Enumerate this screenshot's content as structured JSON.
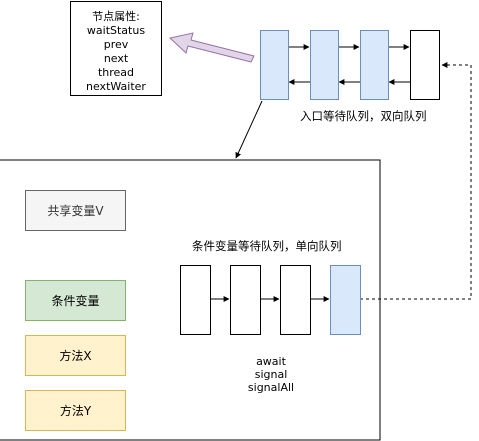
{
  "node_attributes": {
    "title": "节点属性:",
    "fields": [
      "waitStatus",
      "prev",
      "next",
      "thread",
      "nextWaiter"
    ]
  },
  "entry_queue": {
    "label": "入口等待队列，双向队列",
    "node_count": 4
  },
  "monitor": {
    "shared_variable": "共享变量V",
    "condition_variable": "条件变量",
    "method_x": "方法X",
    "method_y": "方法Y"
  },
  "condition_queue": {
    "label": "条件变量等待队列，单向队列",
    "node_count": 4,
    "operations": [
      "await",
      "signal",
      "signalAll"
    ]
  },
  "colors": {
    "blue_fill": "#dae8fc",
    "blue_stroke": "#6c8ebf",
    "gray_fill": "#f5f5f5",
    "green_fill": "#d5e8d4",
    "green_stroke": "#82b366",
    "yellow_fill": "#fff2cc",
    "yellow_stroke": "#d6b656",
    "arrow_fill": "#e1d5e7",
    "arrow_stroke": "#9673a6"
  }
}
